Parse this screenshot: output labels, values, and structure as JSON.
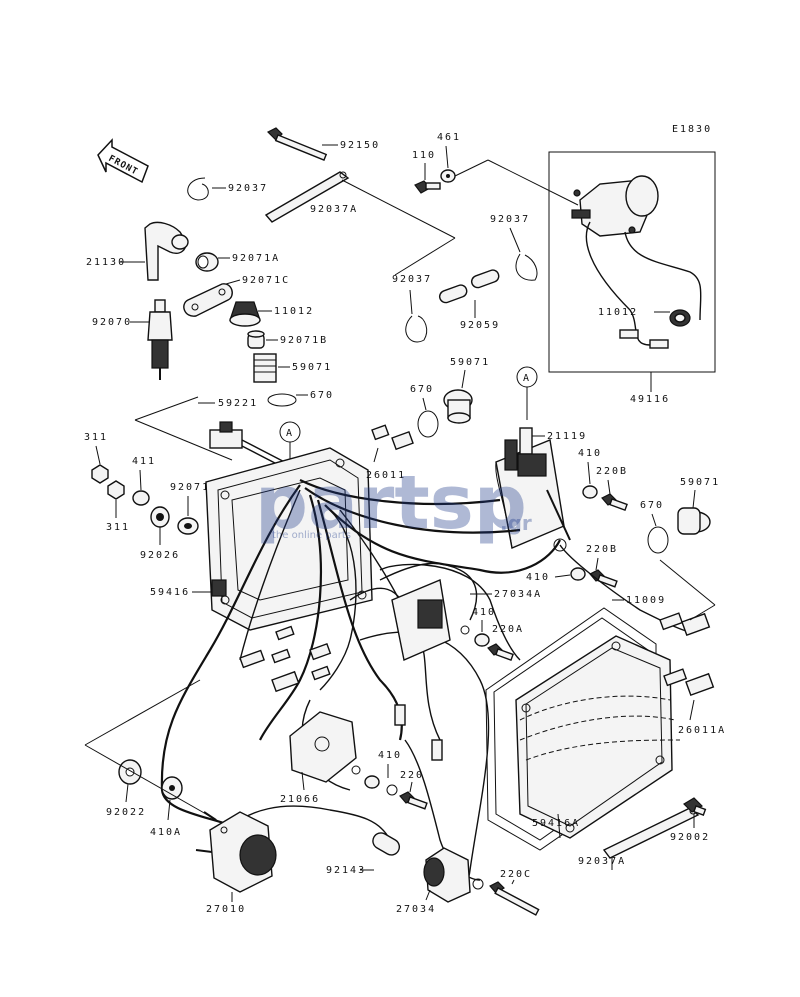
{
  "diagram_code": "E1830",
  "front_label": "FRONT",
  "callout_letter": "A",
  "watermark": {
    "main": "partsp",
    "suffix": ".gr",
    "sub": "the online parts"
  },
  "labels": {
    "p92150": "92150",
    "p92037_top": "92037",
    "p92037A_top": "92037A",
    "p461": "461",
    "p110": "110",
    "p21130": "21130",
    "p92071A": "92071A",
    "p92071C": "92071C",
    "p11012_left": "11012",
    "p92070": "92070",
    "p92071B": "92071B",
    "p59071_left": "59071",
    "p670_left": "670",
    "p92037_mid": "92037",
    "p92037_low": "92037",
    "p92059": "92059",
    "p11012_right": "11012",
    "p49116": "49116",
    "p59071_mid": "59071",
    "p670_mid": "670",
    "p21119": "21119",
    "p59221": "59221",
    "p311_a": "311",
    "p411": "411",
    "p311_b": "311",
    "p92071": "92071",
    "p92026": "92026",
    "p26011": "26011",
    "p410_a": "410",
    "p220B_a": "220B",
    "p59071_right": "59071",
    "p670_right": "670",
    "p220B_b": "220B",
    "p410_b": "410",
    "p59416": "59416",
    "p27034A": "27034A",
    "p11009": "11009",
    "p410_c": "410",
    "p220A": "220A",
    "p26011A": "26011A",
    "p21066": "21066",
    "p410_d": "410",
    "p220": "220",
    "p92022": "92022",
    "p410A": "410A",
    "p59416A": "59416A",
    "p92002": "92002",
    "p92143": "92143",
    "p220C": "220C",
    "p92037A_low": "92037A",
    "p27010": "27010",
    "p27034": "27034"
  }
}
